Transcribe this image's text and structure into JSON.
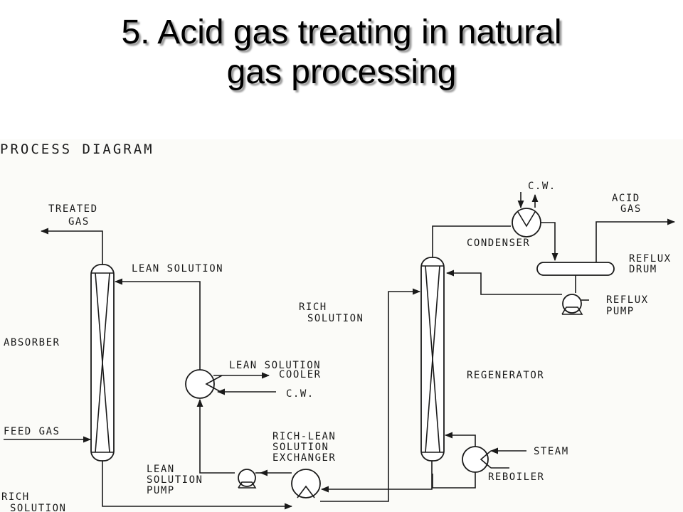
{
  "title": {
    "line1": "5. Acid gas treating in natural",
    "line2": "gas processing"
  },
  "diagram": {
    "heading": "PROCESS DIAGRAM",
    "labels": {
      "treated_gas_1": "TREATED",
      "treated_gas_2": "GAS",
      "lean_solution": "LEAN SOLUTION",
      "absorber": "ABSORBER",
      "feed_gas": "FEED GAS",
      "rich_solution_bottom_1": "RICH",
      "rich_solution_bottom_2": "SOLUTION",
      "cooler_1": "LEAN SOLUTION",
      "cooler_2": "COOLER",
      "cw_cooler": "C.W.",
      "lean_pump_1": "LEAN",
      "lean_pump_2": "SOLUTION",
      "lean_pump_3": "PUMP",
      "exchanger_1": "RICH-LEAN",
      "exchanger_2": "SOLUTION",
      "exchanger_3": "EXCHANGER",
      "rich_solution_mid_1": "RICH",
      "rich_solution_mid_2": "SOLUTION",
      "cw_condenser": "C.W.",
      "condenser": "CONDENSER",
      "acid_gas_1": "ACID",
      "acid_gas_2": "GAS",
      "reflux_drum_1": "REFLUX",
      "reflux_drum_2": "DRUM",
      "reflux_pump_1": "REFLUX",
      "reflux_pump_2": "PUMP",
      "regenerator": "REGENERATOR",
      "steam": "STEAM",
      "reboiler": "REBOILER"
    }
  }
}
